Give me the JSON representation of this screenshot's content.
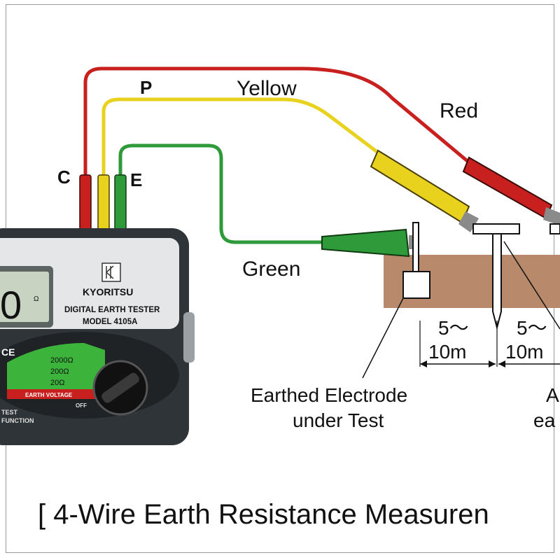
{
  "terminals": {
    "c": "C",
    "p": "P",
    "e": "E"
  },
  "wires": {
    "yellow": "Yellow",
    "red": "Red",
    "green": "Green"
  },
  "tester": {
    "brand": "KYORITSU",
    "product": "DIGITAL EARTH TESTER",
    "model": "MODEL 4105A",
    "display_value": "0",
    "display_unit": "Ω",
    "ranges": [
      "2000Ω",
      "200Ω",
      "20Ω"
    ],
    "earth_voltage": "EARTH VOLTAGE",
    "off": "OFF",
    "test_label_1": "TEST",
    "test_label_2": "FUNCTION",
    "ce": "CE"
  },
  "spacing": {
    "first_a": "5～",
    "first_b": "10m",
    "second_a": "5～",
    "second_b": "10m"
  },
  "electrodes": {
    "under_test_1": "Earthed Electrode",
    "under_test_2": "under Test",
    "aux_1": "A",
    "aux_2": "ea"
  },
  "caption": "[ 4-Wire Earth Resistance Measuren",
  "colors": {
    "red": "#c8201e",
    "yellow": "#e8d21e",
    "green": "#2f9a3a",
    "soil": "#b8896a",
    "tester_body": "#2f3438"
  }
}
